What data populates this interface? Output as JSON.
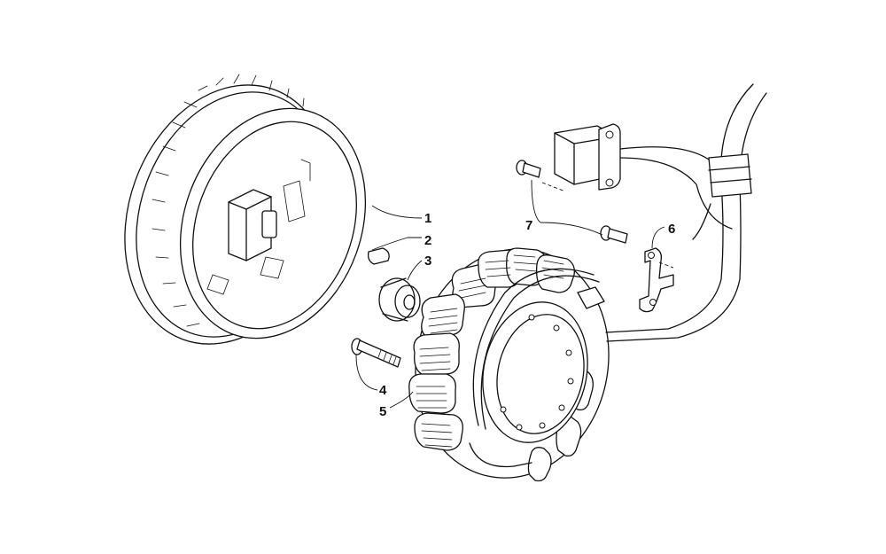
{
  "callouts": [
    {
      "number": "1"
    },
    {
      "number": "2"
    },
    {
      "number": "3"
    },
    {
      "number": "4"
    },
    {
      "number": "5"
    },
    {
      "number": "6"
    },
    {
      "number": "7"
    }
  ]
}
